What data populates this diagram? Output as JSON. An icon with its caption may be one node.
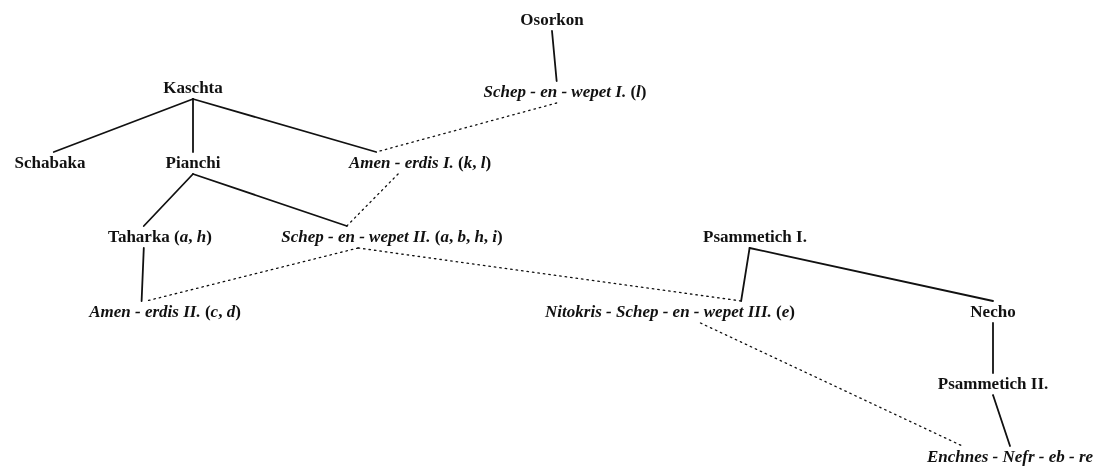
{
  "diagram": {
    "nodes": [
      {
        "text": [
          "Osorkon"
        ]
      },
      {
        "text": [
          "*Schep - en - wepet I.* (*l*)"
        ]
      },
      {
        "text": [
          "Kaschta"
        ]
      },
      {
        "text": [
          "Schabaka"
        ]
      },
      {
        "text": [
          "Pianchi"
        ]
      },
      {
        "text": [
          "*Amen - erdis I.* (*k*, *l*)"
        ]
      },
      {
        "text": [
          "Taharka (*a*, *h*)"
        ]
      },
      {
        "text": [
          "*Schep - en - wepet II.* (*a*, *b*, *h*, *i*)"
        ]
      },
      {
        "text": [
          "*Amen - erdis II.* (*c*, *d*)"
        ]
      },
      {
        "text": [
          "Psammetich I."
        ]
      },
      {
        "text": [
          "*Nitokris - Schep - en - wepet III.* (*e*)"
        ]
      },
      {
        "text": [
          "Necho"
        ]
      },
      {
        "text": [
          "Psammetich II."
        ]
      },
      {
        "text": [
          "*Enchnes - Nefr - eb - re*"
        ]
      }
    ],
    "edges": [
      {
        "from": 0,
        "to": 1,
        "arrow": "none"
      },
      {
        "from": 2,
        "to": 3,
        "arrow": "none"
      },
      {
        "from": 2,
        "to": 4,
        "arrow": "none"
      },
      {
        "from": 2,
        "to": 5,
        "arrow": "none"
      },
      {
        "from": 1,
        "to": 5,
        "arrow": "none",
        "style": "dashed"
      },
      {
        "from": 4,
        "to": 6,
        "arrow": "none"
      },
      {
        "from": 4,
        "to": 7,
        "arrow": "none"
      },
      {
        "from": 5,
        "to": 7,
        "arrow": "none",
        "style": "dashed"
      },
      {
        "from": 6,
        "to": 8,
        "arrow": "none"
      },
      {
        "from": 7,
        "to": 8,
        "arrow": "none",
        "style": "dashed"
      },
      {
        "from": 7,
        "to": 10,
        "arrow": "none",
        "style": "dashed"
      },
      {
        "from": 9,
        "to": 10,
        "arrow": "none"
      },
      {
        "from": 9,
        "to": 11,
        "arrow": "none"
      },
      {
        "from": 10,
        "to": 13,
        "arrow": "none",
        "style": "dashed"
      },
      {
        "from": 11,
        "to": 12,
        "arrow": "none"
      },
      {
        "from": 12,
        "to": 13,
        "arrow": "none"
      }
    ]
  }
}
